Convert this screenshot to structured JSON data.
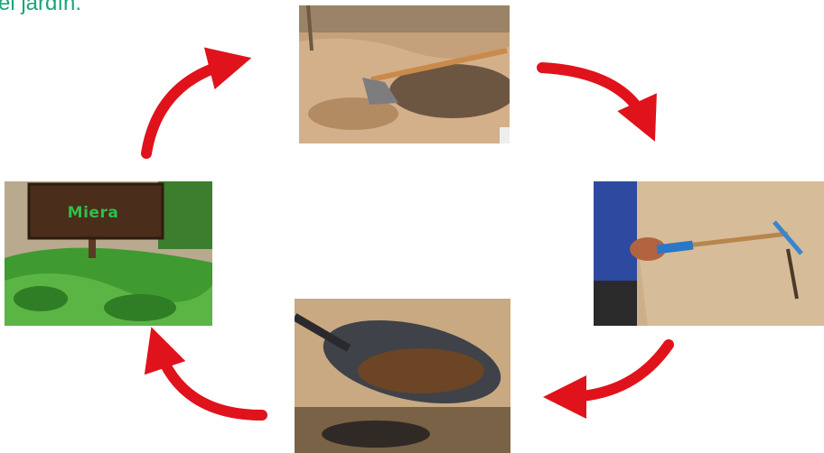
{
  "title": "el jardín.",
  "sign_text": "Miеra",
  "colors": {
    "title": "#1aa57a",
    "arrow": "#e0121b",
    "soil": "#c9a27a",
    "leaf": "#3f9a2f",
    "sign_text": "#2fbf4a"
  },
  "steps": [
    {
      "name": "cavar-tierra",
      "icon": "hoe-digging-photo"
    },
    {
      "name": "rastrillar",
      "icon": "rake-photo"
    },
    {
      "name": "abonar",
      "icon": "shovel-compost-photo"
    },
    {
      "name": "cultivo",
      "icon": "garden-sign-photo"
    }
  ]
}
